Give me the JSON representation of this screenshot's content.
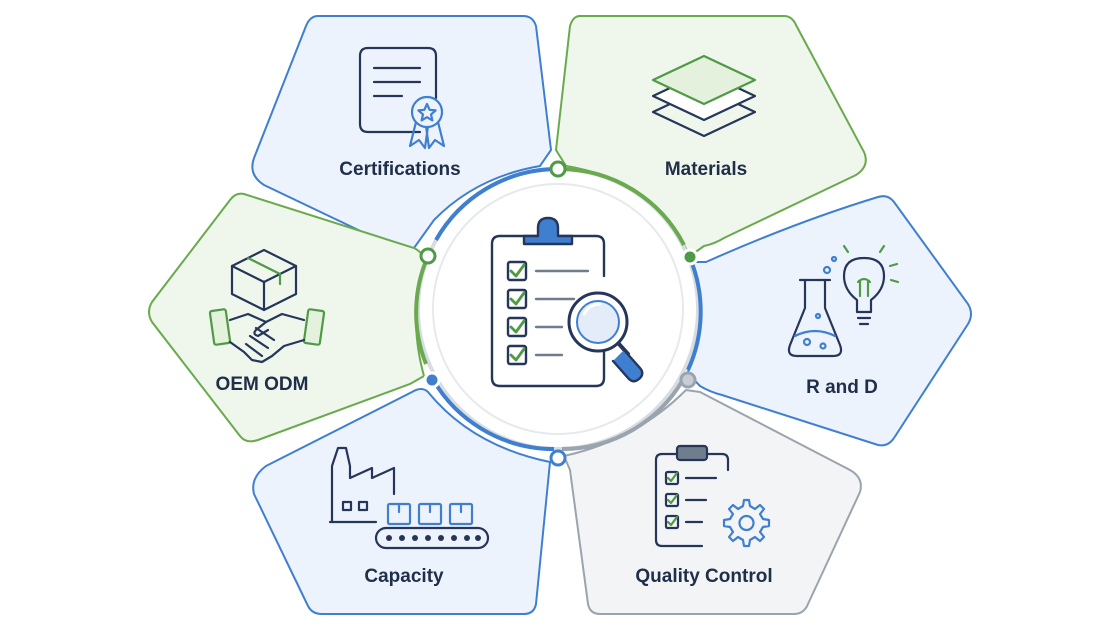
{
  "diagram": {
    "center_concept": "Supplier evaluation checklist",
    "segments": [
      {
        "id": "certifications",
        "label": "Certifications",
        "icon": "certificate-icon",
        "accent": "#3f7fd0"
      },
      {
        "id": "materials",
        "label": "Materials",
        "icon": "layers-icon",
        "accent": "#6aaa4e"
      },
      {
        "id": "r-and-d",
        "label": "R and D",
        "icon": "flask-lightbulb-icon",
        "accent": "#3f7fd0"
      },
      {
        "id": "quality-control",
        "label": "Quality Control",
        "icon": "checklist-gear-icon",
        "accent": "#9aa4ae"
      },
      {
        "id": "capacity",
        "label": "Capacity",
        "icon": "factory-conveyor-icon",
        "accent": "#3f7fd0"
      },
      {
        "id": "oem-odm",
        "label": "OEM ODM",
        "icon": "box-handshake-icon",
        "accent": "#6aaa4e"
      }
    ],
    "colors": {
      "blue_stroke": "#3f7fd0",
      "blue_fill": "#edf3fc",
      "green_stroke": "#6aaa4e",
      "green_fill": "#eff6ec",
      "gray_stroke": "#9aa4ae",
      "gray_fill": "#f3f4f5",
      "icon_navy": "#26365a",
      "icon_blue": "#3f7fd0",
      "icon_green": "#4e9a45",
      "text": "#1f2f49"
    }
  }
}
